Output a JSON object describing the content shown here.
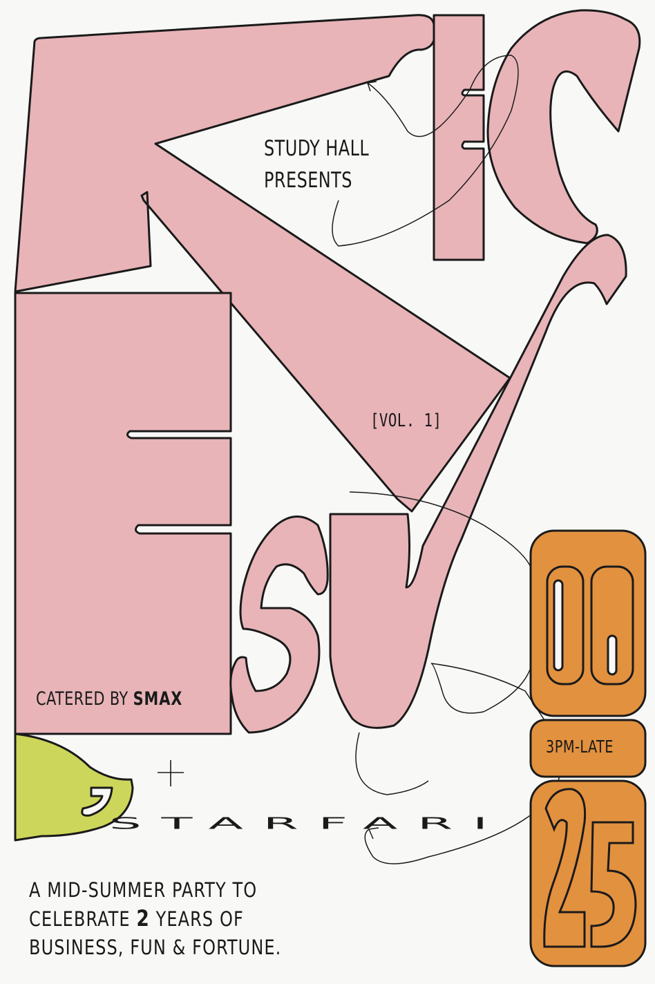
{
  "headline_letters": "RICE SV",
  "presenter": {
    "line1": "STUDY HALL",
    "line2": "PRESENTS"
  },
  "volume": "[VOL. 1]",
  "caterer": {
    "prefix": "CATERED BY",
    "name": "SMAX"
  },
  "dj": {
    "label": "DJ",
    "plus": "+",
    "name": "STARFARI"
  },
  "date": {
    "month": "06",
    "day": "25"
  },
  "time": "3PM-LATE",
  "tagline": {
    "line1": "A MID-SUMMER PARTY TO",
    "line2_prefix": "CELEBRATE",
    "line2_number": "2",
    "line2_suffix": "YEARS OF",
    "line3": "BUSINESS, FUN & FORTUNE."
  },
  "colors": {
    "background": "#f8f8f6",
    "pink": "#e8b4b8",
    "orange": "#e2913f",
    "lime": "#ccd65a",
    "ink": "#1a1a1a"
  }
}
